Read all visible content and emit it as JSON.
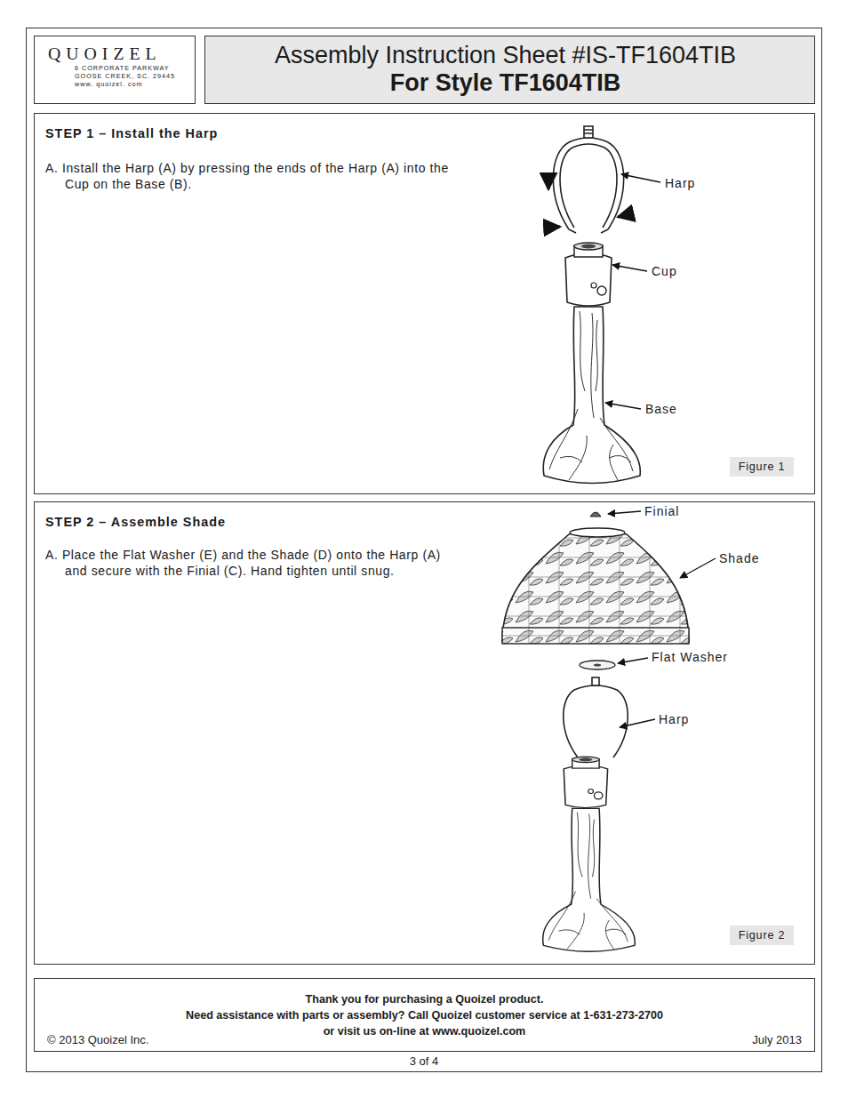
{
  "diagram": {
    "nodes": [
      {
        "text": [
          "QUOIZEL",
          "6 CORPORATE PARKWAY",
          "GOOSE CREEK, SC. 29445",
          "www. quoizel. com"
        ]
      },
      {
        "text": [
          "Assembly Instruction Sheet #IS-TF1604TIB",
          "For Style TF1604TIB"
        ]
      },
      {
        "text": [
          "STEP 1 – Install the Harp",
          "A. Install the Harp (A) by pressing the ends of the Harp (A) into the Cup on the Base (B)."
        ]
      },
      {
        "text": [
          "Figure 1"
        ],
        "in": 2
      },
      {
        "text": [
          "STEP 2 – Assemble Shade",
          "A. Place the Flat Washer (E) and the Shade (D) onto the Harp (A) and secure with the Finial (C). Hand tighten until snug."
        ]
      },
      {
        "text": [
          "Figure 2"
        ],
        "in": 4
      },
      {
        "text": [
          "Thank you for purchasing a Quoizel product.",
          "Need assistance with parts or assembly? Call Quoizel customer service at 1-631-273-2700",
          "or visit us on-line at www.quoizel.com",
          "© 2013 Quoizel Inc.",
          "July 2013"
        ]
      }
    ],
    "labels": [
      "Harp",
      "Cup",
      "Base",
      "Finial",
      "Shade",
      "Flat Washer",
      "Harp",
      "3 of 4"
    ]
  }
}
